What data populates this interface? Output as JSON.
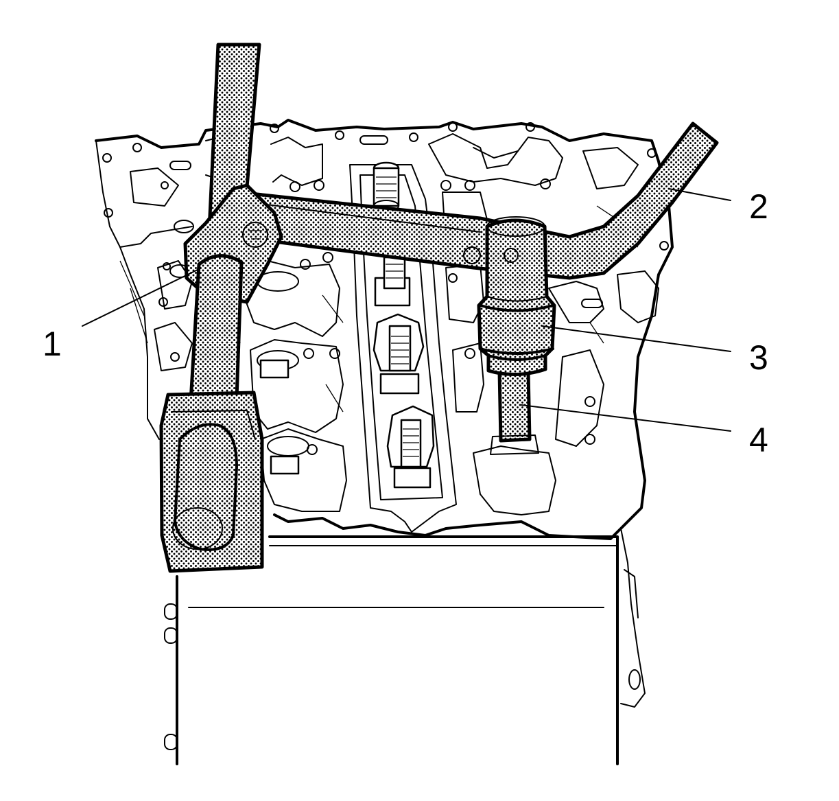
{
  "figure": {
    "colors": {
      "ink": "#000000",
      "background": "#ffffff",
      "tool_dots": "#000000"
    },
    "callouts": [
      {
        "id": "1",
        "label": "1"
      },
      {
        "id": "2",
        "label": "2"
      },
      {
        "id": "3",
        "label": "3"
      },
      {
        "id": "4",
        "label": "4"
      }
    ]
  }
}
